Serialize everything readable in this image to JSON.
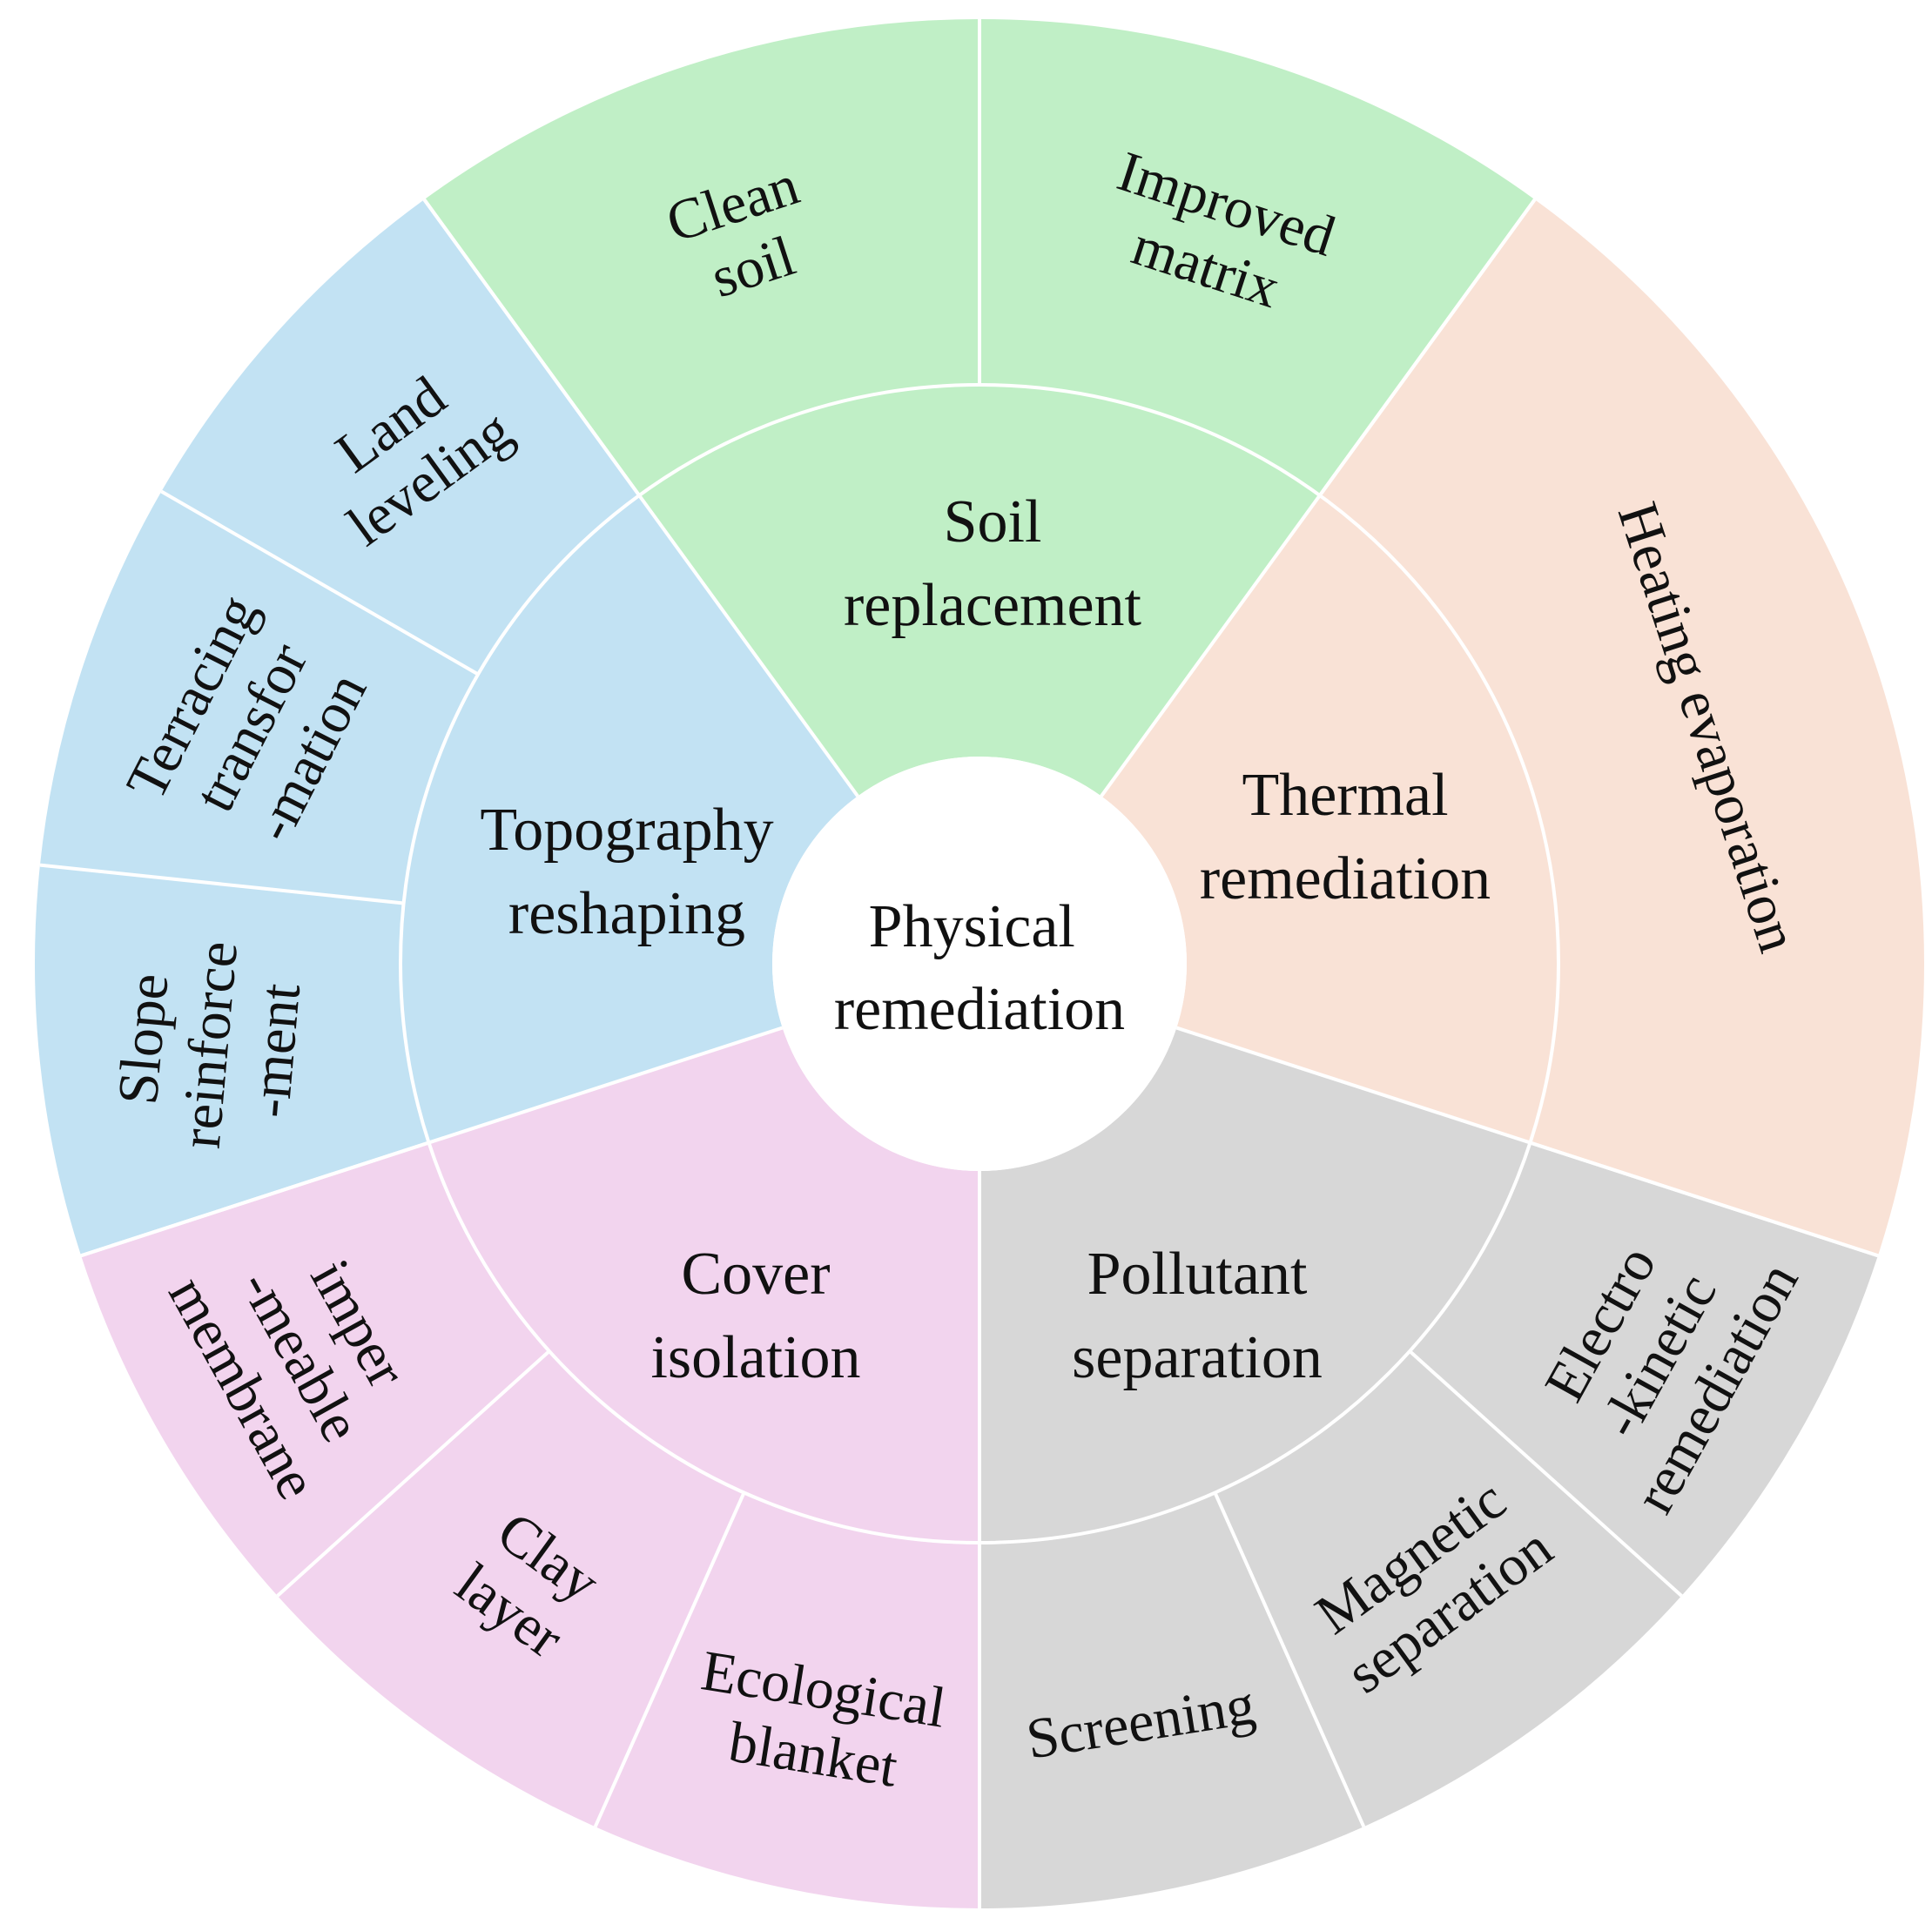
{
  "center": {
    "lines": [
      "Physical",
      "remediation"
    ]
  },
  "categories": [
    {
      "id": "soil-replacement",
      "label_lines": [
        "Soil",
        "replacement"
      ],
      "color": "#C0EFC6",
      "children": [
        {
          "id": "clean-soil",
          "lines": [
            "Clean",
            "soil"
          ]
        },
        {
          "id": "improved-matrix",
          "lines": [
            "Improved",
            "matrix"
          ]
        }
      ]
    },
    {
      "id": "thermal-remediation",
      "label_lines": [
        "Thermal",
        "remediation"
      ],
      "color": "#F9E2D6",
      "children": [
        {
          "id": "heating-evaporation",
          "lines": [
            "Heating evaporation"
          ]
        }
      ]
    },
    {
      "id": "pollutant-separation",
      "label_lines": [
        "Pollutant",
        "separation"
      ],
      "color": "#D7D7D7",
      "children": [
        {
          "id": "electro-kinetic-remediation",
          "lines": [
            "Electro",
            "-kinetic",
            "remediation"
          ]
        },
        {
          "id": "magnetic-separation",
          "lines": [
            "Magnetic",
            "separation"
          ]
        },
        {
          "id": "screening",
          "lines": [
            "Screening"
          ]
        }
      ]
    },
    {
      "id": "cover-isolation",
      "label_lines": [
        "Cover",
        "isolation"
      ],
      "color": "#F2D4EE",
      "children": [
        {
          "id": "ecological-blanket",
          "lines": [
            "Ecological",
            "blanket"
          ]
        },
        {
          "id": "clay-layer",
          "lines": [
            "Clay",
            "layer"
          ]
        },
        {
          "id": "imper-meable-membrane",
          "lines": [
            "imper",
            "-meable",
            "membrane"
          ]
        }
      ]
    },
    {
      "id": "topography-reshaping",
      "label_lines": [
        "Topography",
        "reshaping"
      ],
      "color": "#C2E2F3",
      "children": [
        {
          "id": "slope-reinforcement",
          "lines": [
            "Slope",
            "reinforce",
            "-ment"
          ]
        },
        {
          "id": "terracing-transformation",
          "lines": [
            "Terracing",
            "transfor",
            "-mation"
          ]
        },
        {
          "id": "land-leveling",
          "lines": [
            "Land",
            "leveling"
          ]
        }
      ]
    }
  ]
}
